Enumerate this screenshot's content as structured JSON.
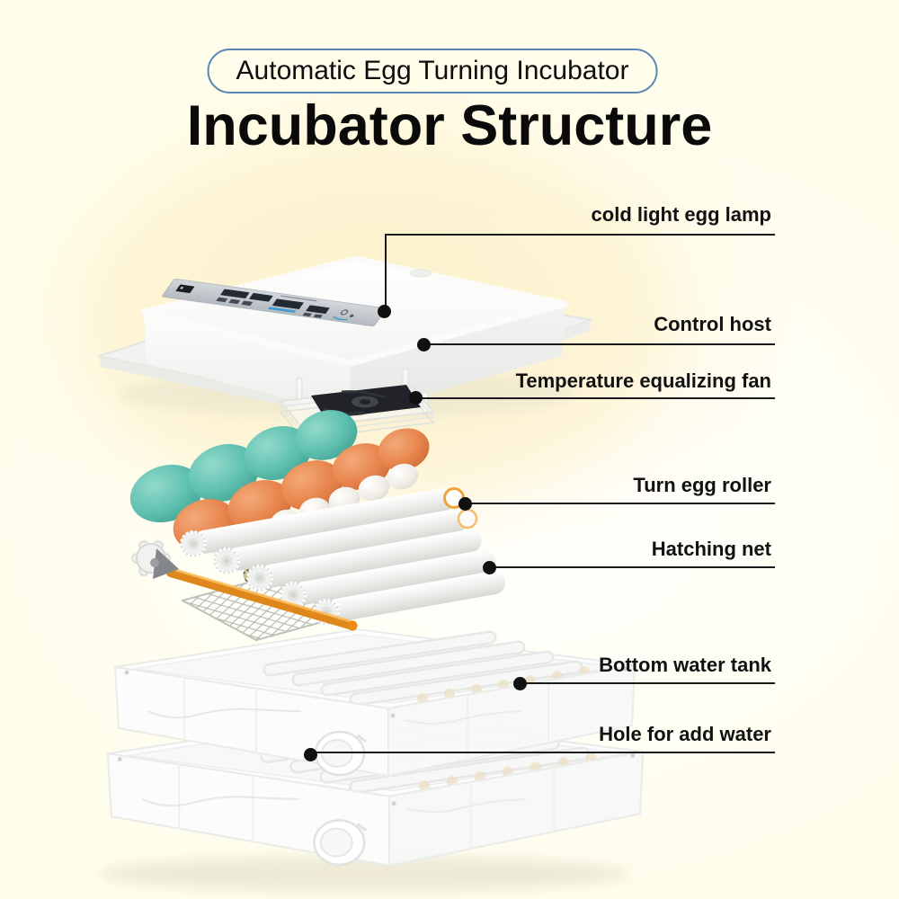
{
  "header": {
    "badge": "Automatic Egg Turning Incubator",
    "title": "Incubator Structure"
  },
  "annotations": [
    {
      "label": "cold light egg lamp"
    },
    {
      "label": "Control host"
    },
    {
      "label": "Temperature equalizing fan"
    },
    {
      "label": "Turn egg roller"
    },
    {
      "label": "Hatching net"
    },
    {
      "label": "Bottom water tank"
    },
    {
      "label": "Hole for add water"
    }
  ],
  "colors": {
    "background": "#fffdec",
    "badge_border": "#5b87b5",
    "text": "#111111",
    "callout_line": "#1a1a1a",
    "egg_teal": "#5ec0b0",
    "egg_orange": "#e8854d",
    "egg_white": "#f3f1ec",
    "egg_quail": "#c8bf92",
    "turning_rod": "#f29b26",
    "fan": "#1c1e22",
    "control_panel": "#c3c9cf",
    "panel_accent": "#3f9ad4"
  }
}
